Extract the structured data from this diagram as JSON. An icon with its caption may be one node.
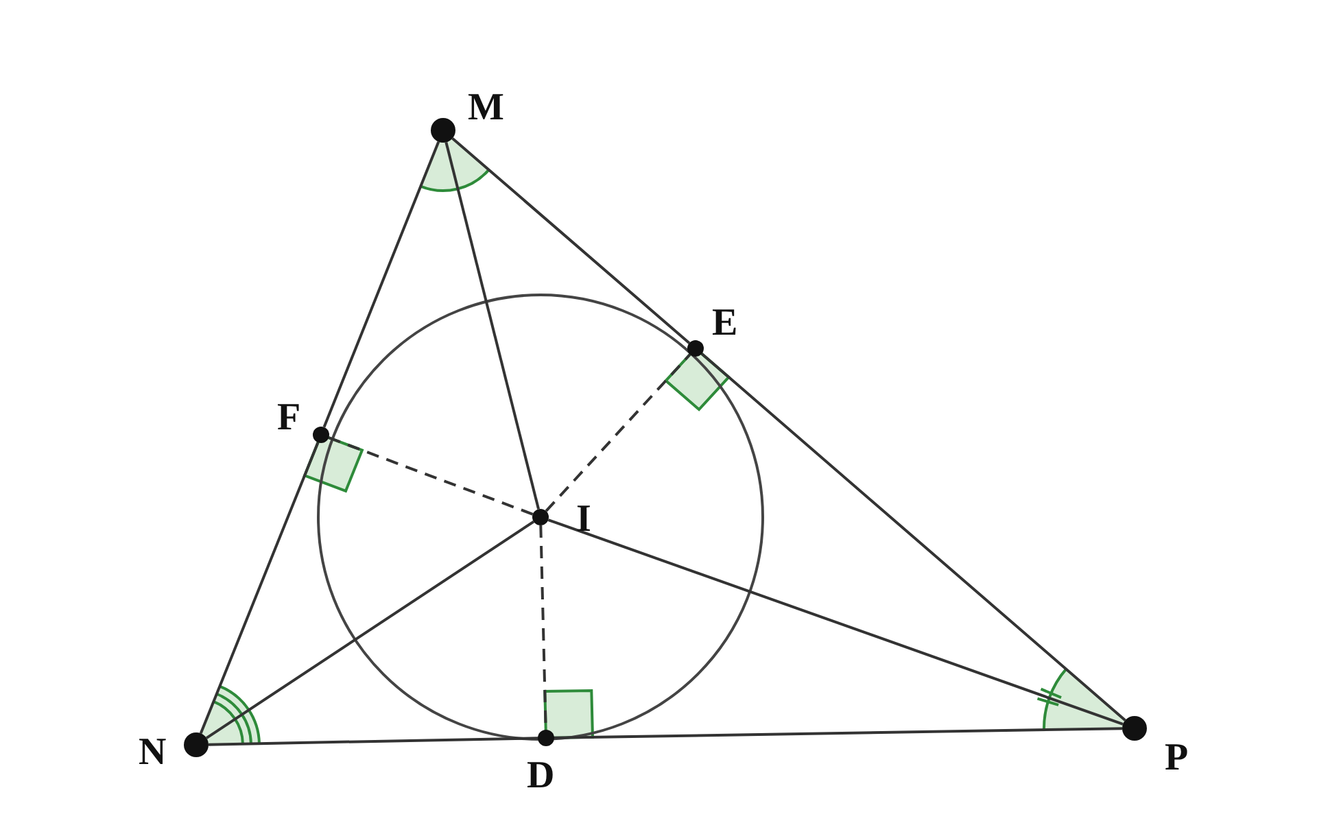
{
  "diagram": {
    "nodes": [
      {
        "text": [
          "M"
        ]
      },
      {
        "text": [
          "E"
        ]
      },
      {
        "text": [
          "F"
        ]
      },
      {
        "text": [
          "I"
        ]
      },
      {
        "text": [
          "N"
        ]
      },
      {
        "text": [
          "D"
        ]
      },
      {
        "text": [
          "P"
        ]
      }
    ],
    "edges": [
      {
        "from": 0,
        "to": 2,
        "arrow": "none"
      },
      {
        "from": 2,
        "to": 4,
        "arrow": "none"
      },
      {
        "from": 4,
        "to": 5,
        "arrow": "none"
      },
      {
        "from": 5,
        "to": 6,
        "arrow": "none"
      },
      {
        "from": 6,
        "to": 1,
        "arrow": "none"
      },
      {
        "from": 1,
        "to": 0,
        "arrow": "none"
      },
      {
        "from": 0,
        "to": 3,
        "arrow": "none"
      },
      {
        "from": 4,
        "to": 3,
        "arrow": "none"
      },
      {
        "from": 6,
        "to": 3,
        "arrow": "none"
      },
      {
        "from": 3,
        "to": 5,
        "arrow": "none",
        "style": "dashed"
      },
      {
        "from": 3,
        "to": 1,
        "arrow": "none",
        "style": "dashed"
      },
      {
        "from": 3,
        "to": 2,
        "arrow": "none",
        "style": "dashed"
      }
    ]
  }
}
